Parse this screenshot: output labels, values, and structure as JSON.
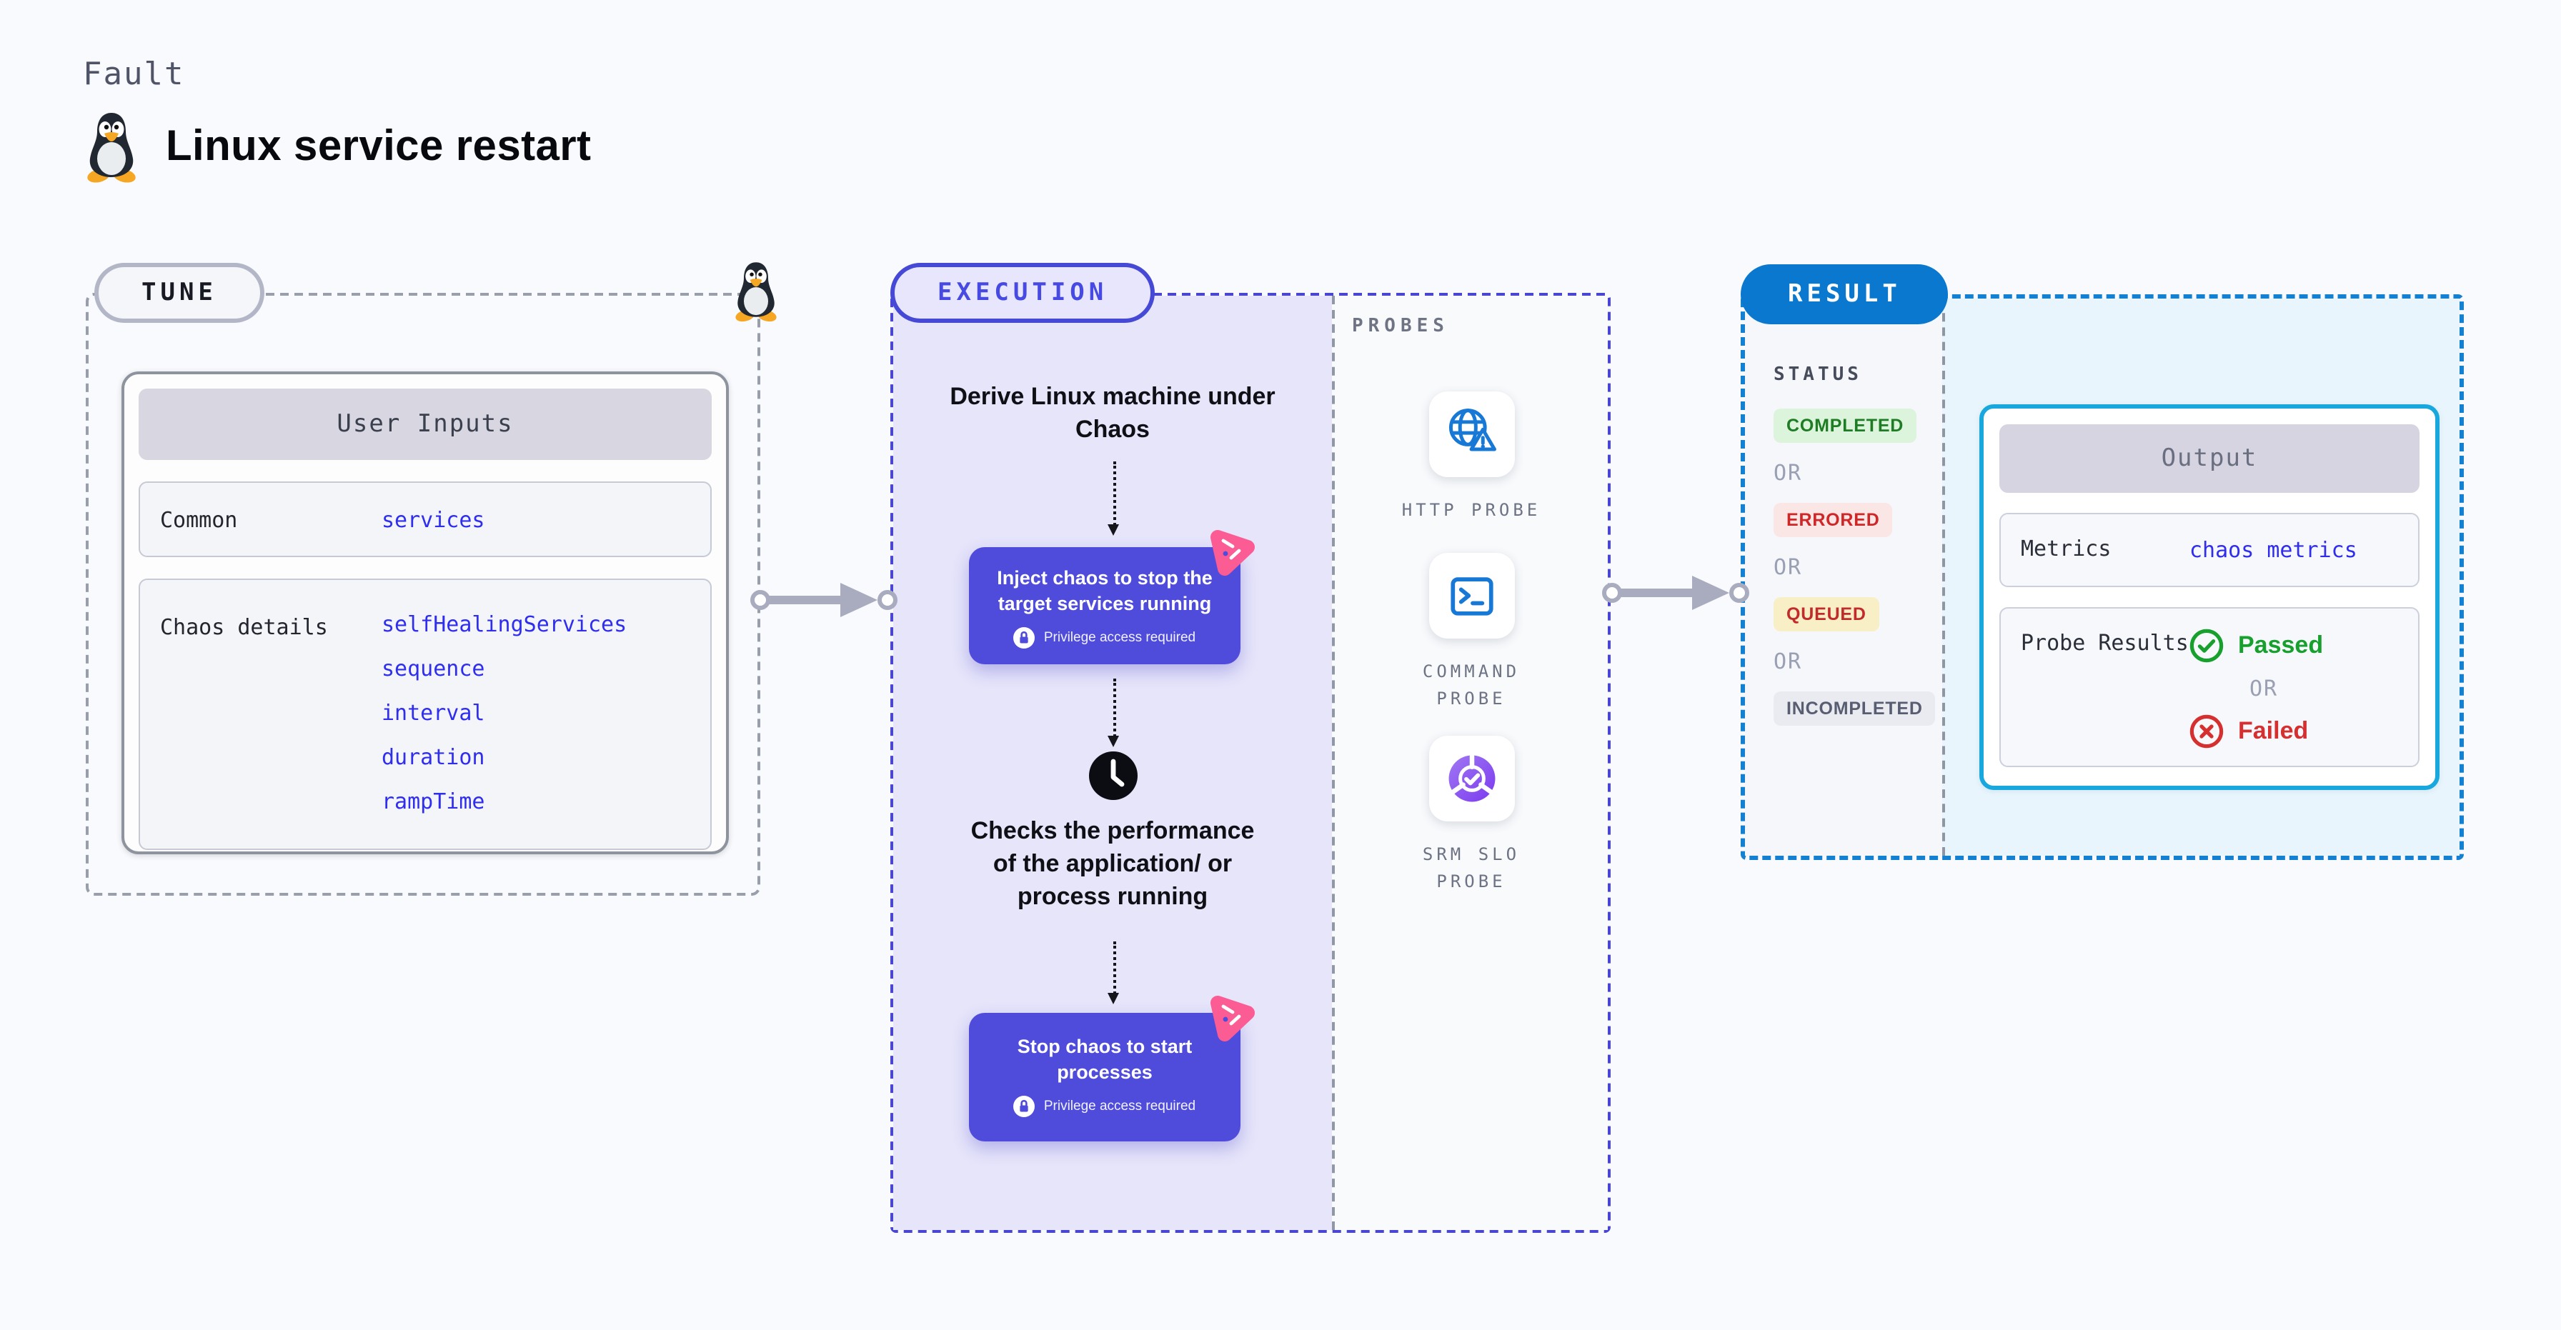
{
  "page": {
    "kicker": "Fault",
    "title": "Linux service restart",
    "background": "#f9fafd"
  },
  "tune": {
    "badge": "TUNE",
    "table": {
      "header": "User Inputs",
      "rows": [
        {
          "label": "Common",
          "values": [
            "services"
          ]
        },
        {
          "label": "Chaos details",
          "values": [
            "selfHealingServices",
            "sequence",
            "interval",
            "duration",
            "rampTime"
          ]
        }
      ]
    }
  },
  "execution": {
    "badge": "EXECUTION",
    "derive_text": "Derive Linux machine under Chaos",
    "inject": {
      "title": "Inject chaos to stop the target services running",
      "privilege": "Privilege access required"
    },
    "checks_text": "Checks the performance of the application/ or process running",
    "stop": {
      "title": "Stop chaos to start processes",
      "privilege": "Privilege access required"
    },
    "icons": [
      "chaos-fault-icon",
      "lock-icon",
      "clock-icon",
      "tux-linux-icon"
    ]
  },
  "probes": {
    "label": "PROBES",
    "items": [
      {
        "name": "HTTP PROBE",
        "icon": "globe-alert-icon"
      },
      {
        "name": "COMMAND PROBE",
        "icon": "terminal-icon"
      },
      {
        "name": "SRM SLO PROBE",
        "icon": "slo-donut-check-icon"
      }
    ]
  },
  "result": {
    "badge": "RESULT",
    "status": {
      "heading": "STATUS",
      "or_label": "OR",
      "items": [
        {
          "label": "COMPLETED",
          "bg": "#dcf3dc",
          "fg": "#1d7c24"
        },
        {
          "label": "ERRORED",
          "bg": "#fbe6e6",
          "fg": "#cf2727"
        },
        {
          "label": "QUEUED",
          "bg": "#f9efc6",
          "fg": "#c22b2b"
        },
        {
          "label": "INCOMPLETED",
          "bg": "#eaebf1",
          "fg": "#585d72"
        }
      ]
    },
    "output": {
      "header": "Output",
      "metrics_label": "Metrics",
      "metrics_value": "chaos metrics",
      "probe_results_label": "Probe Results",
      "passed_label": "Passed",
      "failed_label": "Failed",
      "or_label": "OR"
    }
  },
  "colors": {
    "indigo_node": "#4f4bdb",
    "execution_border": "#4946d4",
    "execution_fill": "#e6e5fa",
    "tune_border": "#989fab",
    "result_border": "#1480d2",
    "result_badge": "#0a78ce",
    "output_border": "#18a8de",
    "output_zone_fill": "#e9f5fc",
    "value_blue": "#2f2eef",
    "passed_green": "#18a02e",
    "failed_red": "#d62f2f",
    "pink_fault": "#fb5c93",
    "probe_icon_blue": "#1878d6",
    "srm_purple": "#7b3af0",
    "arrow_gray": "#a9acbe"
  }
}
